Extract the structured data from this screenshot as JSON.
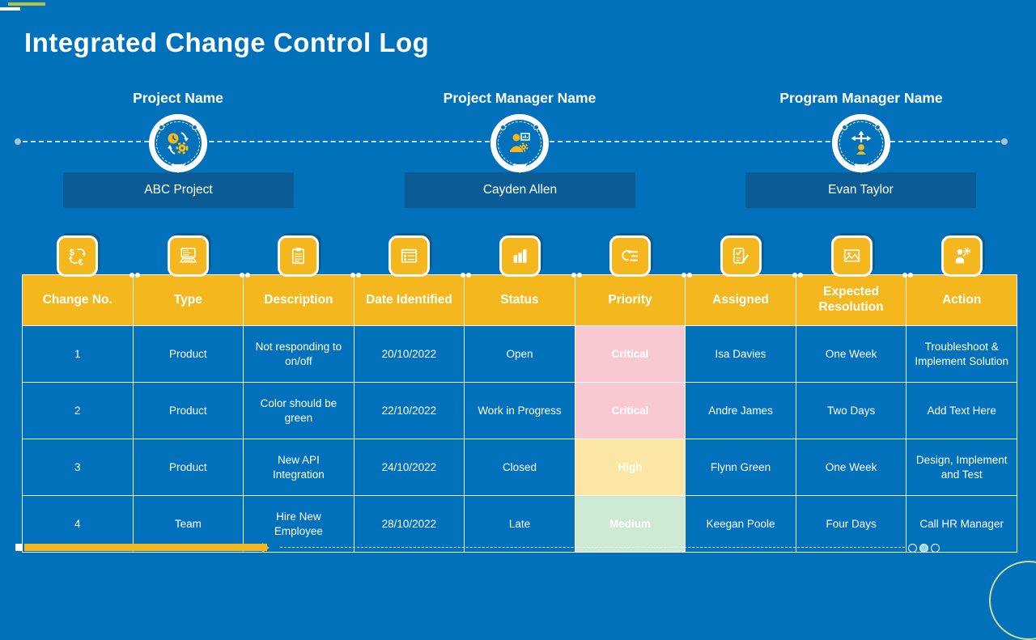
{
  "title": "Integrated Change Control Log",
  "info_cards": [
    {
      "label": "Project Name",
      "value": "ABC Project",
      "icon": "clock-gear-sync-icon"
    },
    {
      "label": "Project Manager Name",
      "value": "Cayden Allen",
      "icon": "manager-analytics-icon"
    },
    {
      "label": "Program Manager Name",
      "value": "Evan Taylor",
      "icon": "decision-arrows-person-icon"
    }
  ],
  "table": {
    "column_icons": [
      "currency-exchange-icon",
      "computer-icon",
      "clipboard-icon",
      "form-icon",
      "bar-chart-icon",
      "refresh-list-icon",
      "checklist-pen-icon",
      "image-icon",
      "person-gear-icon"
    ],
    "columns": [
      "Change No.",
      "Type",
      "Description",
      "Date Identified",
      "Status",
      "Priority",
      "Assigned",
      "Expected Resolution",
      "Action"
    ],
    "rows": [
      {
        "change_no": "1",
        "type": "Product",
        "description": "Not responding to on/off",
        "date_identified": "20/10/2022",
        "status": "Open",
        "priority": "Critical",
        "assigned": "Isa Davies",
        "expected_resolution": "One Week",
        "action": "Troubleshoot & Implement Solution"
      },
      {
        "change_no": "2",
        "type": "Product",
        "description": "Color should be green",
        "date_identified": "22/10/2022",
        "status": "Work in Progress",
        "priority": "Critical",
        "assigned": "Andre James",
        "expected_resolution": "Two Days",
        "action": "Add Text Here"
      },
      {
        "change_no": "3",
        "type": "Product",
        "description": "New API Integration",
        "date_identified": "24/10/2022",
        "status": "Closed",
        "priority": "High",
        "assigned": "Flynn Green",
        "expected_resolution": "One Week",
        "action": "Design, Implement and Test"
      },
      {
        "change_no": "4",
        "type": "Team",
        "description": "Hire New Employee",
        "date_identified": "28/10/2022",
        "status": "Late",
        "priority": "Medium",
        "assigned": "Keegan Poole",
        "expected_resolution": "Four Days",
        "action": "Call HR Manager"
      }
    ]
  },
  "colors": {
    "background": "#0171BC",
    "accent_yellow": "#F4B71D",
    "panel_blue": "#0B5C95",
    "priority_critical_bg": "#F8C9D1",
    "priority_critical_text": "#A3242E",
    "priority_high_bg": "#FBE7A3",
    "priority_high_text": "#8F6B1F",
    "priority_medium_bg": "#CEE9D3",
    "priority_medium_text": "#226030"
  }
}
